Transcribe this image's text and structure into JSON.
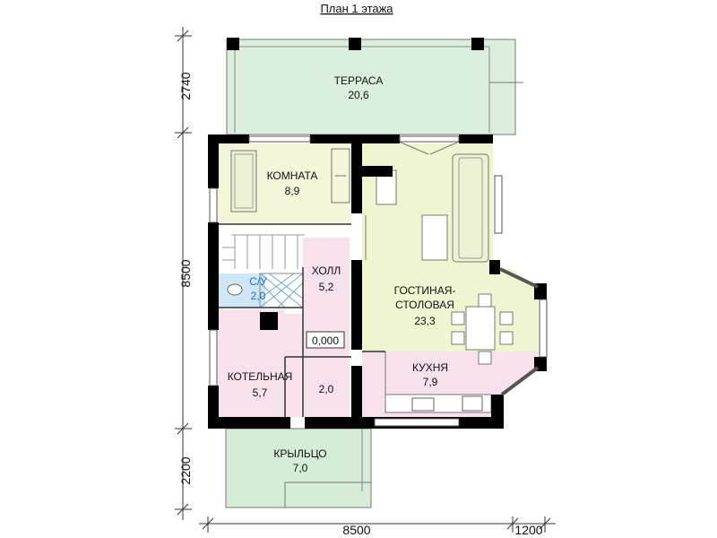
{
  "title": "План 1 этажа",
  "rooms": {
    "terrace": {
      "name": "ТЕРРАСА",
      "area": "20,6"
    },
    "room": {
      "name": "КОМНАТА",
      "area": "8,9"
    },
    "wc": {
      "name": "С/У",
      "area": "2,0"
    },
    "hall": {
      "name": "ХОЛЛ",
      "area": "5,2"
    },
    "level": "0,000",
    "living": {
      "name1": "ГОСТИНАЯ-",
      "name2": "СТОЛОВАЯ",
      "area": "23,3"
    },
    "kitchen": {
      "name": "КУХНЯ",
      "area": "7,9"
    },
    "boiler": {
      "name": "КОТЕЛЬНАЯ",
      "area": "5,7"
    },
    "vestibule": {
      "area": "2,0"
    },
    "porch": {
      "name": "КРЫЛЬЦО",
      "area": "7,0"
    }
  },
  "dimensions": {
    "left_top": "2740",
    "left_mid": "8500",
    "left_bot": "2200",
    "bottom_main": "8500",
    "bottom_bay": "1200"
  },
  "colors": {
    "terrace": "#dcefdc",
    "room": "#f3f6d8",
    "living": "#eef5cf",
    "pink": "#f7e1ec",
    "wc": "#cfe6f7",
    "porch": "#d7ecd7"
  }
}
